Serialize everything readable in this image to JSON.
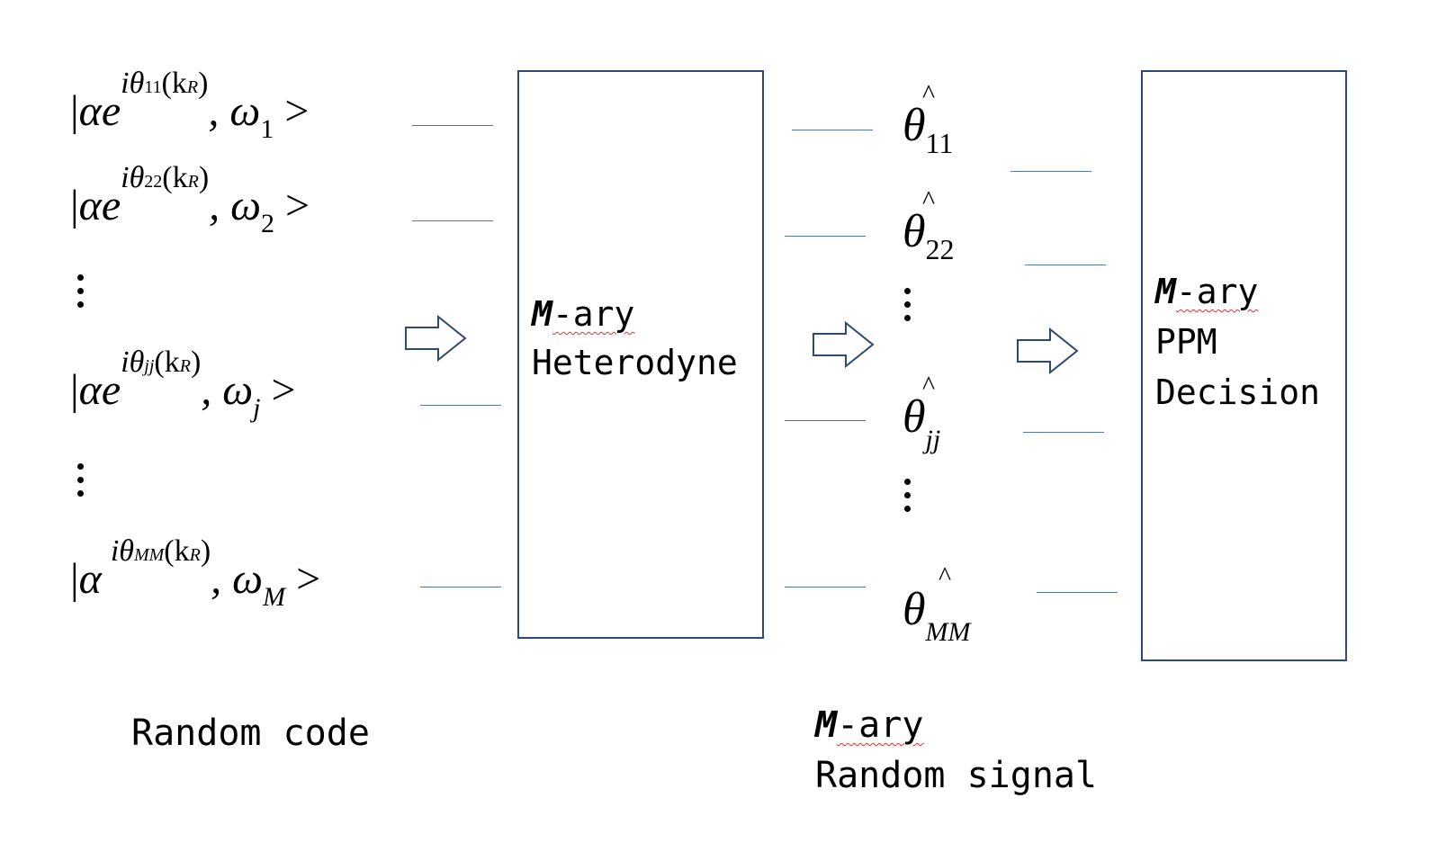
{
  "inputs": {
    "row1": {
      "alpha": "α",
      "e": "e",
      "exp": "iθ",
      "exp_sub": "11",
      "exp_tail": "(k",
      "exp_tail_sub": "R",
      "exp_close": ")",
      "omega": ", ω",
      "omega_sub": "1",
      "ket": " >"
    },
    "row2": {
      "alpha": "α",
      "e": "e",
      "exp": "iθ",
      "exp_sub": "22",
      "exp_tail": "(k",
      "exp_tail_sub": "R",
      "exp_close": ")",
      "omega": ", ω",
      "omega_sub": "2",
      "ket": " >"
    },
    "rowj": {
      "alpha": "α",
      "e": "e",
      "exp": "iθ",
      "exp_sub": "jj",
      "exp_tail": "(k",
      "exp_tail_sub": "R",
      "exp_close": ")",
      "omega": ", ω",
      "omega_sub": "j",
      "ket": " >"
    },
    "rowM": {
      "alpha": "α",
      "exp": "iθ",
      "exp_sub": "MM",
      "exp_tail": "(k",
      "exp_tail_sub": "R",
      "exp_close": ")",
      "omega": ", ω",
      "omega_sub": "M",
      "ket": " >"
    },
    "bar": "|"
  },
  "heterodyne": {
    "m": "M",
    "ary": "-ary",
    "label": "Heterodyne"
  },
  "outputs": {
    "hat": "^",
    "theta": "θ",
    "subs": [
      "11",
      "22",
      "jj",
      "MM"
    ]
  },
  "ppm": {
    "m": "M",
    "ary": "-ary",
    "line2": "PPM",
    "line3": "Decision"
  },
  "captions": {
    "random_code": "Random code",
    "signal_m": "M",
    "signal_ary": "-ary",
    "signal_line2": "Random signal"
  }
}
